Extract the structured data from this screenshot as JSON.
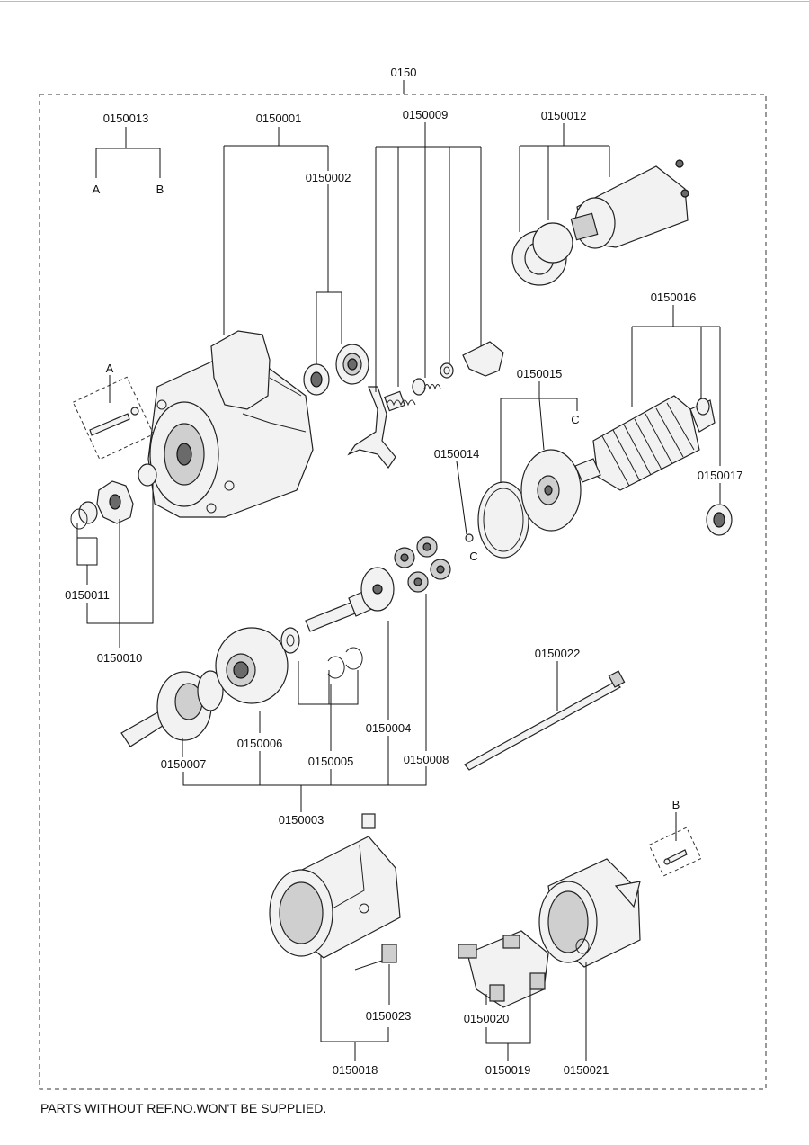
{
  "assembly": {
    "ref": "0150"
  },
  "callouts": {
    "p0150001": "0150001",
    "p0150002": "0150002",
    "p0150003": "0150003",
    "p0150004": "0150004",
    "p0150005": "0150005",
    "p0150006": "0150006",
    "p0150007": "0150007",
    "p0150008": "0150008",
    "p0150009": "0150009",
    "p0150010": "0150010",
    "p0150011": "0150011",
    "p0150012": "0150012",
    "p0150013": "0150013",
    "p0150014": "0150014",
    "p0150015": "0150015",
    "p0150016": "0150016",
    "p0150017": "0150017",
    "p0150018": "0150018",
    "p0150019": "0150019",
    "p0150020": "0150020",
    "p0150021": "0150021",
    "p0150022": "0150022",
    "p0150023": "0150023"
  },
  "markers": {
    "a": "A",
    "b": "B",
    "c": "C"
  },
  "footer": {
    "note": "PARTS WITHOUT REF.NO.WON'T BE SUPPLIED."
  }
}
